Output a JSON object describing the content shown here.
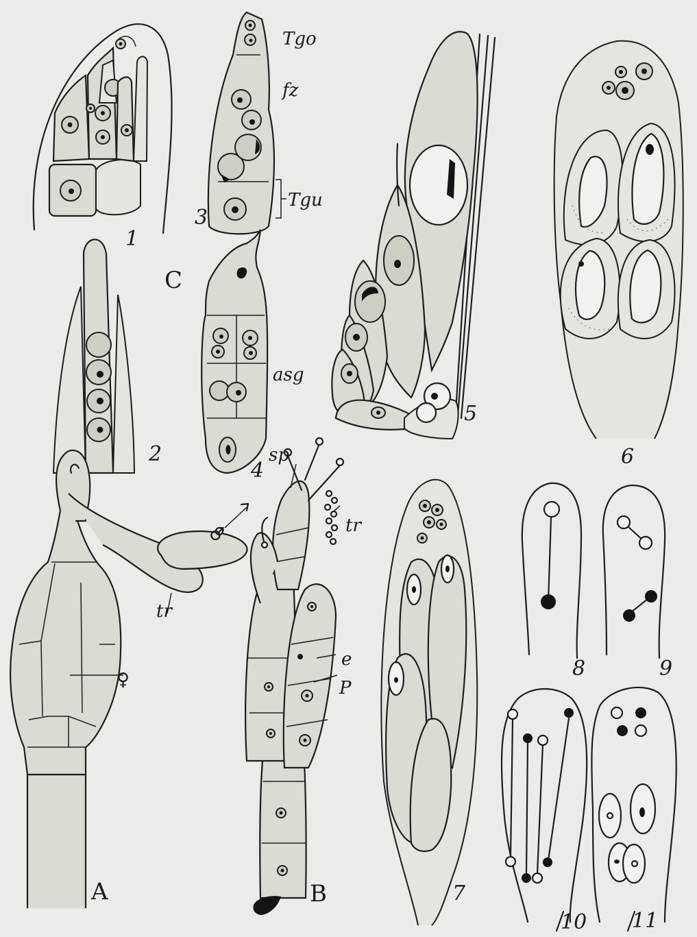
{
  "group_labels": {
    "A": "A",
    "B": "B",
    "C": "C"
  },
  "figure_numbers": [
    "1",
    "2",
    "3",
    "4",
    "5",
    "6",
    "7",
    "8",
    "9",
    "10",
    "11"
  ],
  "annotations": {
    "tgo": "Tgo",
    "fz": "fz",
    "tgu": "Tgu",
    "asg": "asg",
    "sp": "sp",
    "tr_b": "tr",
    "tr_a": "tr",
    "e": "e",
    "p": "P",
    "female": "♀",
    "male": "♂"
  }
}
